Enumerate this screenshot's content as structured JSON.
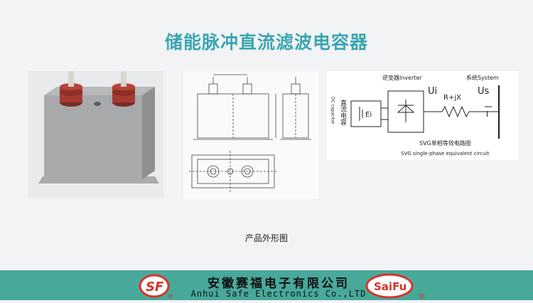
{
  "title": "储能脉冲直流滤波电容器",
  "caption": "产品外形图",
  "circuit": {
    "inverter_label": "逆变器Inverter",
    "system_label": "系统System",
    "dc_cap_cn": "直流电容",
    "dc_cap_en": "DC capacitor",
    "ei": "Ei",
    "ui": "Ui",
    "us": "Us",
    "rjx": "R+jX",
    "i_label": "I",
    "svg_cn": "SVG单相等效电路图",
    "svg_en": "SVG single-phase equivalent circuit"
  },
  "footer": {
    "company_cn": "安徽赛福电子有限公司",
    "company_en": "Anhui Safe Electronics Co.,LTD",
    "logo_left_text": "SF",
    "logo_right_text": "SaiFu",
    "registered": "®"
  },
  "colors": {
    "title": "#3aa6b2",
    "footer_bg": "#48a99b",
    "logo_red": "#d8332a"
  }
}
